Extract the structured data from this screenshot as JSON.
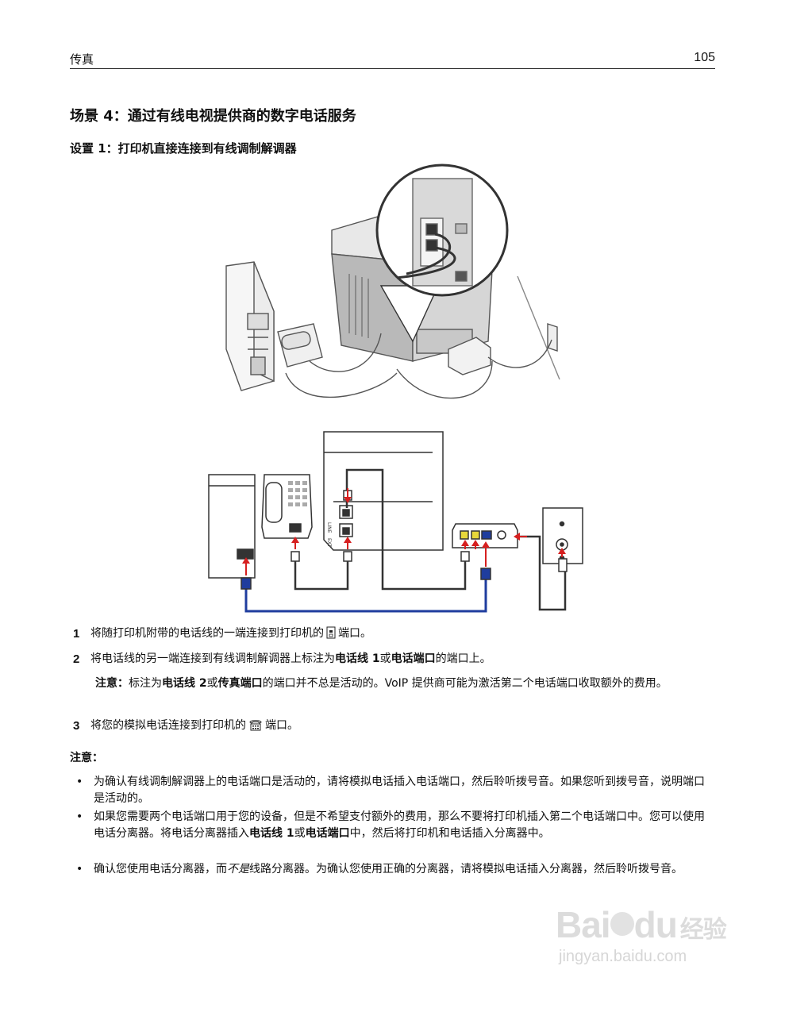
{
  "header": {
    "section": "传真",
    "page_number": "105"
  },
  "title": "场景 4：通过有线电视提供商的数字电话服务",
  "subtitle": "设置 1：打印机直接连接到有线调制解调器",
  "figure": {
    "printer_label_line": "LINE",
    "printer_label_ext": "EXT"
  },
  "steps": [
    {
      "num": "1",
      "pre": "将随打印机附带的电话线的一端连接到打印机的",
      "post": "端口。",
      "icon": "line-port-icon"
    },
    {
      "num": "2",
      "a": "将电话线的另一端连接到有线调制解调器上标注为",
      "b1": "电话线 1",
      "c": "或",
      "b2": "电话端口",
      "d": "的端口上。"
    },
    {
      "num": "3",
      "pre": "将您的模拟电话连接到打印机的",
      "post": "端口。",
      "icon": "phone-port-icon"
    }
  ],
  "step2_note": {
    "label": "注意：",
    "a": "标注为",
    "b1": "电话线 2",
    "c": "或",
    "b2": "传真端口",
    "d": "的端口并不总是活动的。VoIP 提供商可能为激活第二个电话端口收取额外的费用。"
  },
  "notes_heading": "注意：",
  "bullets": [
    {
      "text": "为确认有线调制解调器上的电话端口是活动的，请将模拟电话插入电话端口，然后聆听拨号音。如果您听到拨号音，说明端口是活动的。"
    },
    {
      "a": "如果您需要两个电话端口用于您的设备，但是不希望支付额外的费用，那么不要将打印机插入第二个电话端口中。您可以使用电话分离器。将电话分离器插入",
      "b1": "电话线 1",
      "c": "或",
      "b2": "电话端口",
      "d": "中，然后将打印机和电话插入分离器中。"
    },
    {
      "a": "确认您使用电话分离器，而",
      "i": "不是",
      "b": "线路分离器。为确认您使用正确的分离器，请将模拟电话插入分离器，然后聆听拨号音。"
    }
  ],
  "watermark": {
    "brand_a": "Bai",
    "brand_b": "du",
    "brand_c": "经验",
    "url": "jingyan.baidu.com"
  }
}
